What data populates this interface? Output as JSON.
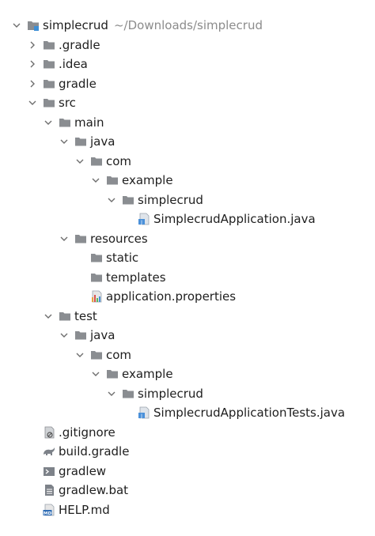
{
  "project_tree": {
    "root": {
      "label": "simplecrud",
      "path_hint": "~/Downloads/simplecrud"
    },
    "items": [
      {
        "label": ".gradle",
        "icon": "folder-icon",
        "chevron": "collapsed",
        "depth": 1
      },
      {
        "label": ".idea",
        "icon": "folder-icon",
        "chevron": "collapsed",
        "depth": 1
      },
      {
        "label": "gradle",
        "icon": "folder-icon",
        "chevron": "collapsed",
        "depth": 1
      },
      {
        "label": "src",
        "icon": "folder-icon",
        "chevron": "expanded",
        "depth": 1
      },
      {
        "label": "main",
        "icon": "folder-icon",
        "chevron": "expanded",
        "depth": 2
      },
      {
        "label": "java",
        "icon": "folder-icon",
        "chevron": "expanded",
        "depth": 3
      },
      {
        "label": "com",
        "icon": "folder-icon",
        "chevron": "expanded",
        "depth": 4
      },
      {
        "label": "example",
        "icon": "folder-icon",
        "chevron": "expanded",
        "depth": 5
      },
      {
        "label": "simplecrud",
        "icon": "folder-icon",
        "chevron": "expanded",
        "depth": 6
      },
      {
        "label": "SimplecrudApplication.java",
        "icon": "java-file-icon",
        "chevron": "none",
        "depth": 7
      },
      {
        "label": "resources",
        "icon": "folder-icon",
        "chevron": "expanded",
        "depth": 3
      },
      {
        "label": "static",
        "icon": "folder-icon",
        "chevron": "none",
        "depth": 4
      },
      {
        "label": "templates",
        "icon": "folder-icon",
        "chevron": "none",
        "depth": 4
      },
      {
        "label": "application.properties",
        "icon": "properties-file-icon",
        "chevron": "none",
        "depth": 4
      },
      {
        "label": "test",
        "icon": "folder-icon",
        "chevron": "expanded",
        "depth": 2
      },
      {
        "label": "java",
        "icon": "folder-icon",
        "chevron": "expanded",
        "depth": 3
      },
      {
        "label": "com",
        "icon": "folder-icon",
        "chevron": "expanded",
        "depth": 4
      },
      {
        "label": "example",
        "icon": "folder-icon",
        "chevron": "expanded",
        "depth": 5
      },
      {
        "label": "simplecrud",
        "icon": "folder-icon",
        "chevron": "expanded",
        "depth": 6
      },
      {
        "label": "SimplecrudApplicationTests.java",
        "icon": "java-file-icon",
        "chevron": "none",
        "depth": 7
      },
      {
        "label": ".gitignore",
        "icon": "gitignore-file-icon",
        "chevron": "none",
        "depth": 1
      },
      {
        "label": "build.gradle",
        "icon": "gradle-elephant-icon",
        "chevron": "none",
        "depth": 1
      },
      {
        "label": "gradlew",
        "icon": "shell-script-icon",
        "chevron": "none",
        "depth": 1
      },
      {
        "label": "gradlew.bat",
        "icon": "text-file-icon",
        "chevron": "none",
        "depth": 1
      },
      {
        "label": "HELP.md",
        "icon": "markdown-file-icon",
        "chevron": "none",
        "depth": 1
      }
    ]
  },
  "colors": {
    "folder": "#8a8d91",
    "chevron": "#6e6e6e",
    "java_badge": "#4a90d9",
    "text": "#1e1e1e",
    "hint": "#8c8c8c"
  }
}
